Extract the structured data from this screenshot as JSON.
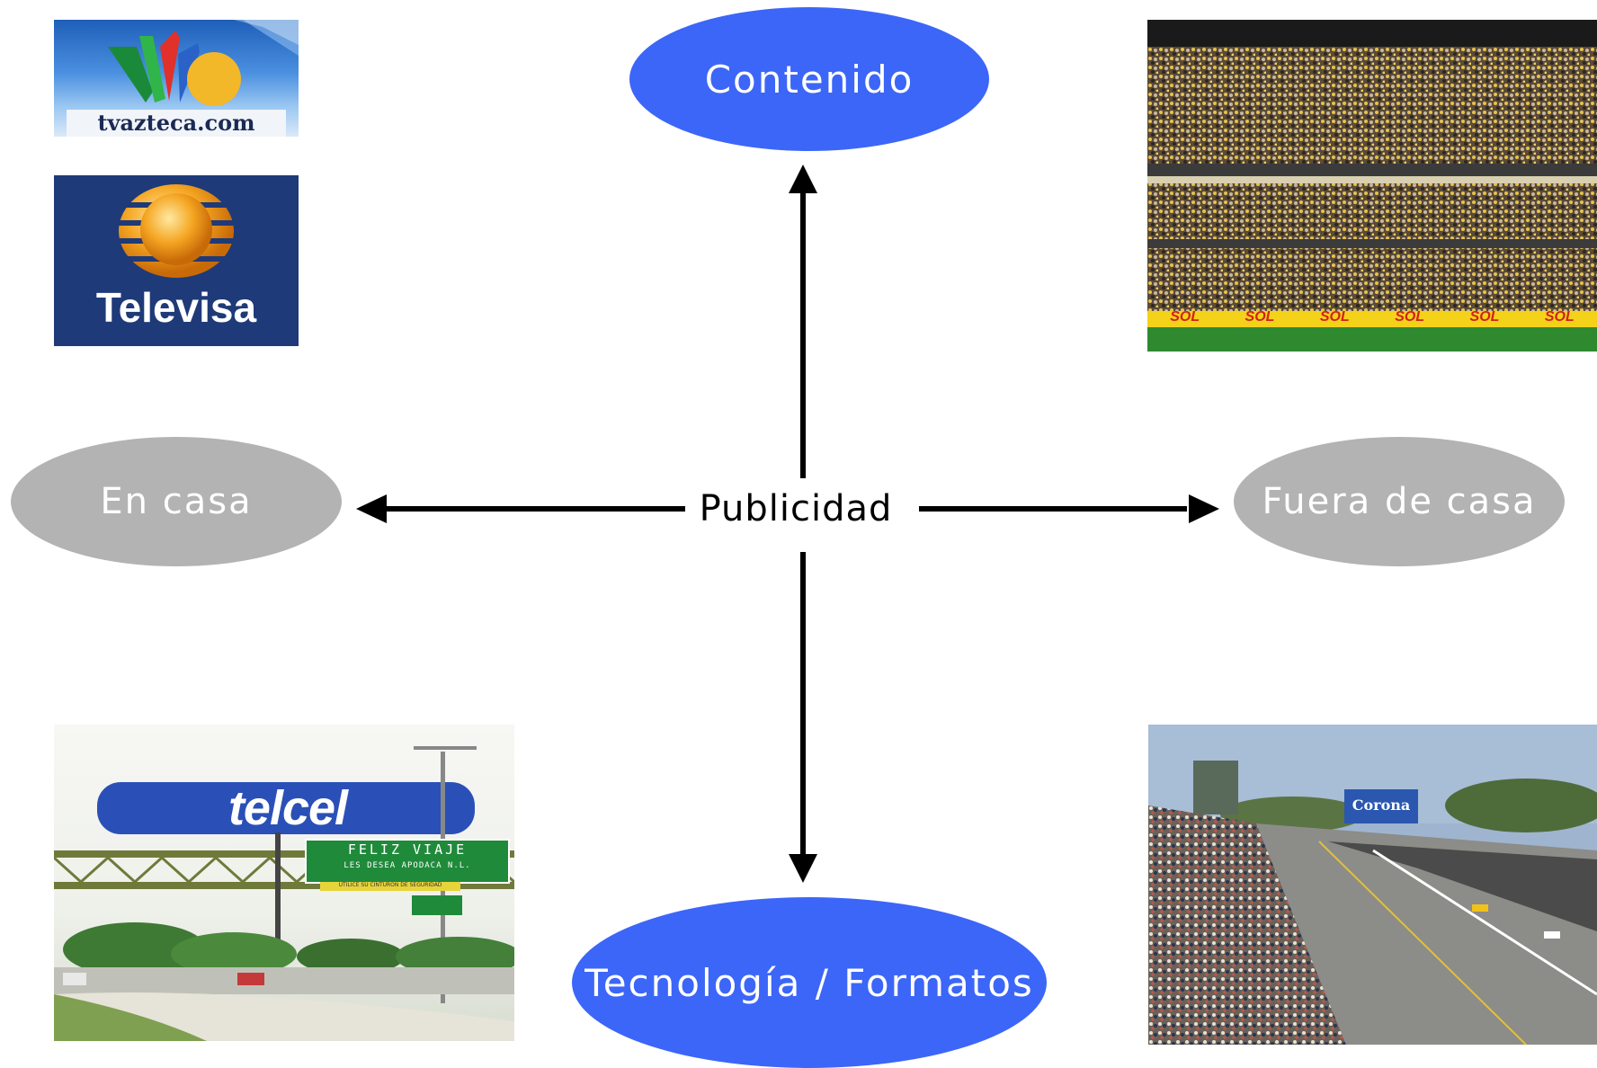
{
  "center": {
    "label": "Publicidad"
  },
  "nodes": {
    "top": "Contenido",
    "bottom": "Tecnología / Formatos",
    "left": "En casa",
    "right": "Fuera de casa"
  },
  "logos": {
    "tvazteca": "tvazteca.com",
    "televisa": "Televisa"
  },
  "photos": {
    "billboard_brand": "telcel",
    "sign_line1": "FELIZ VIAJE",
    "sign_line2": "LES DESEA APODACA N.L.",
    "sign_line3": "UTILICE SU CINTURON DE SEGURIDAD",
    "stadium_banner": "SOL",
    "racetrack_brand": "Corona"
  },
  "colors": {
    "blue_node": "#3c66f8",
    "grey_node": "#b3b3b3"
  }
}
